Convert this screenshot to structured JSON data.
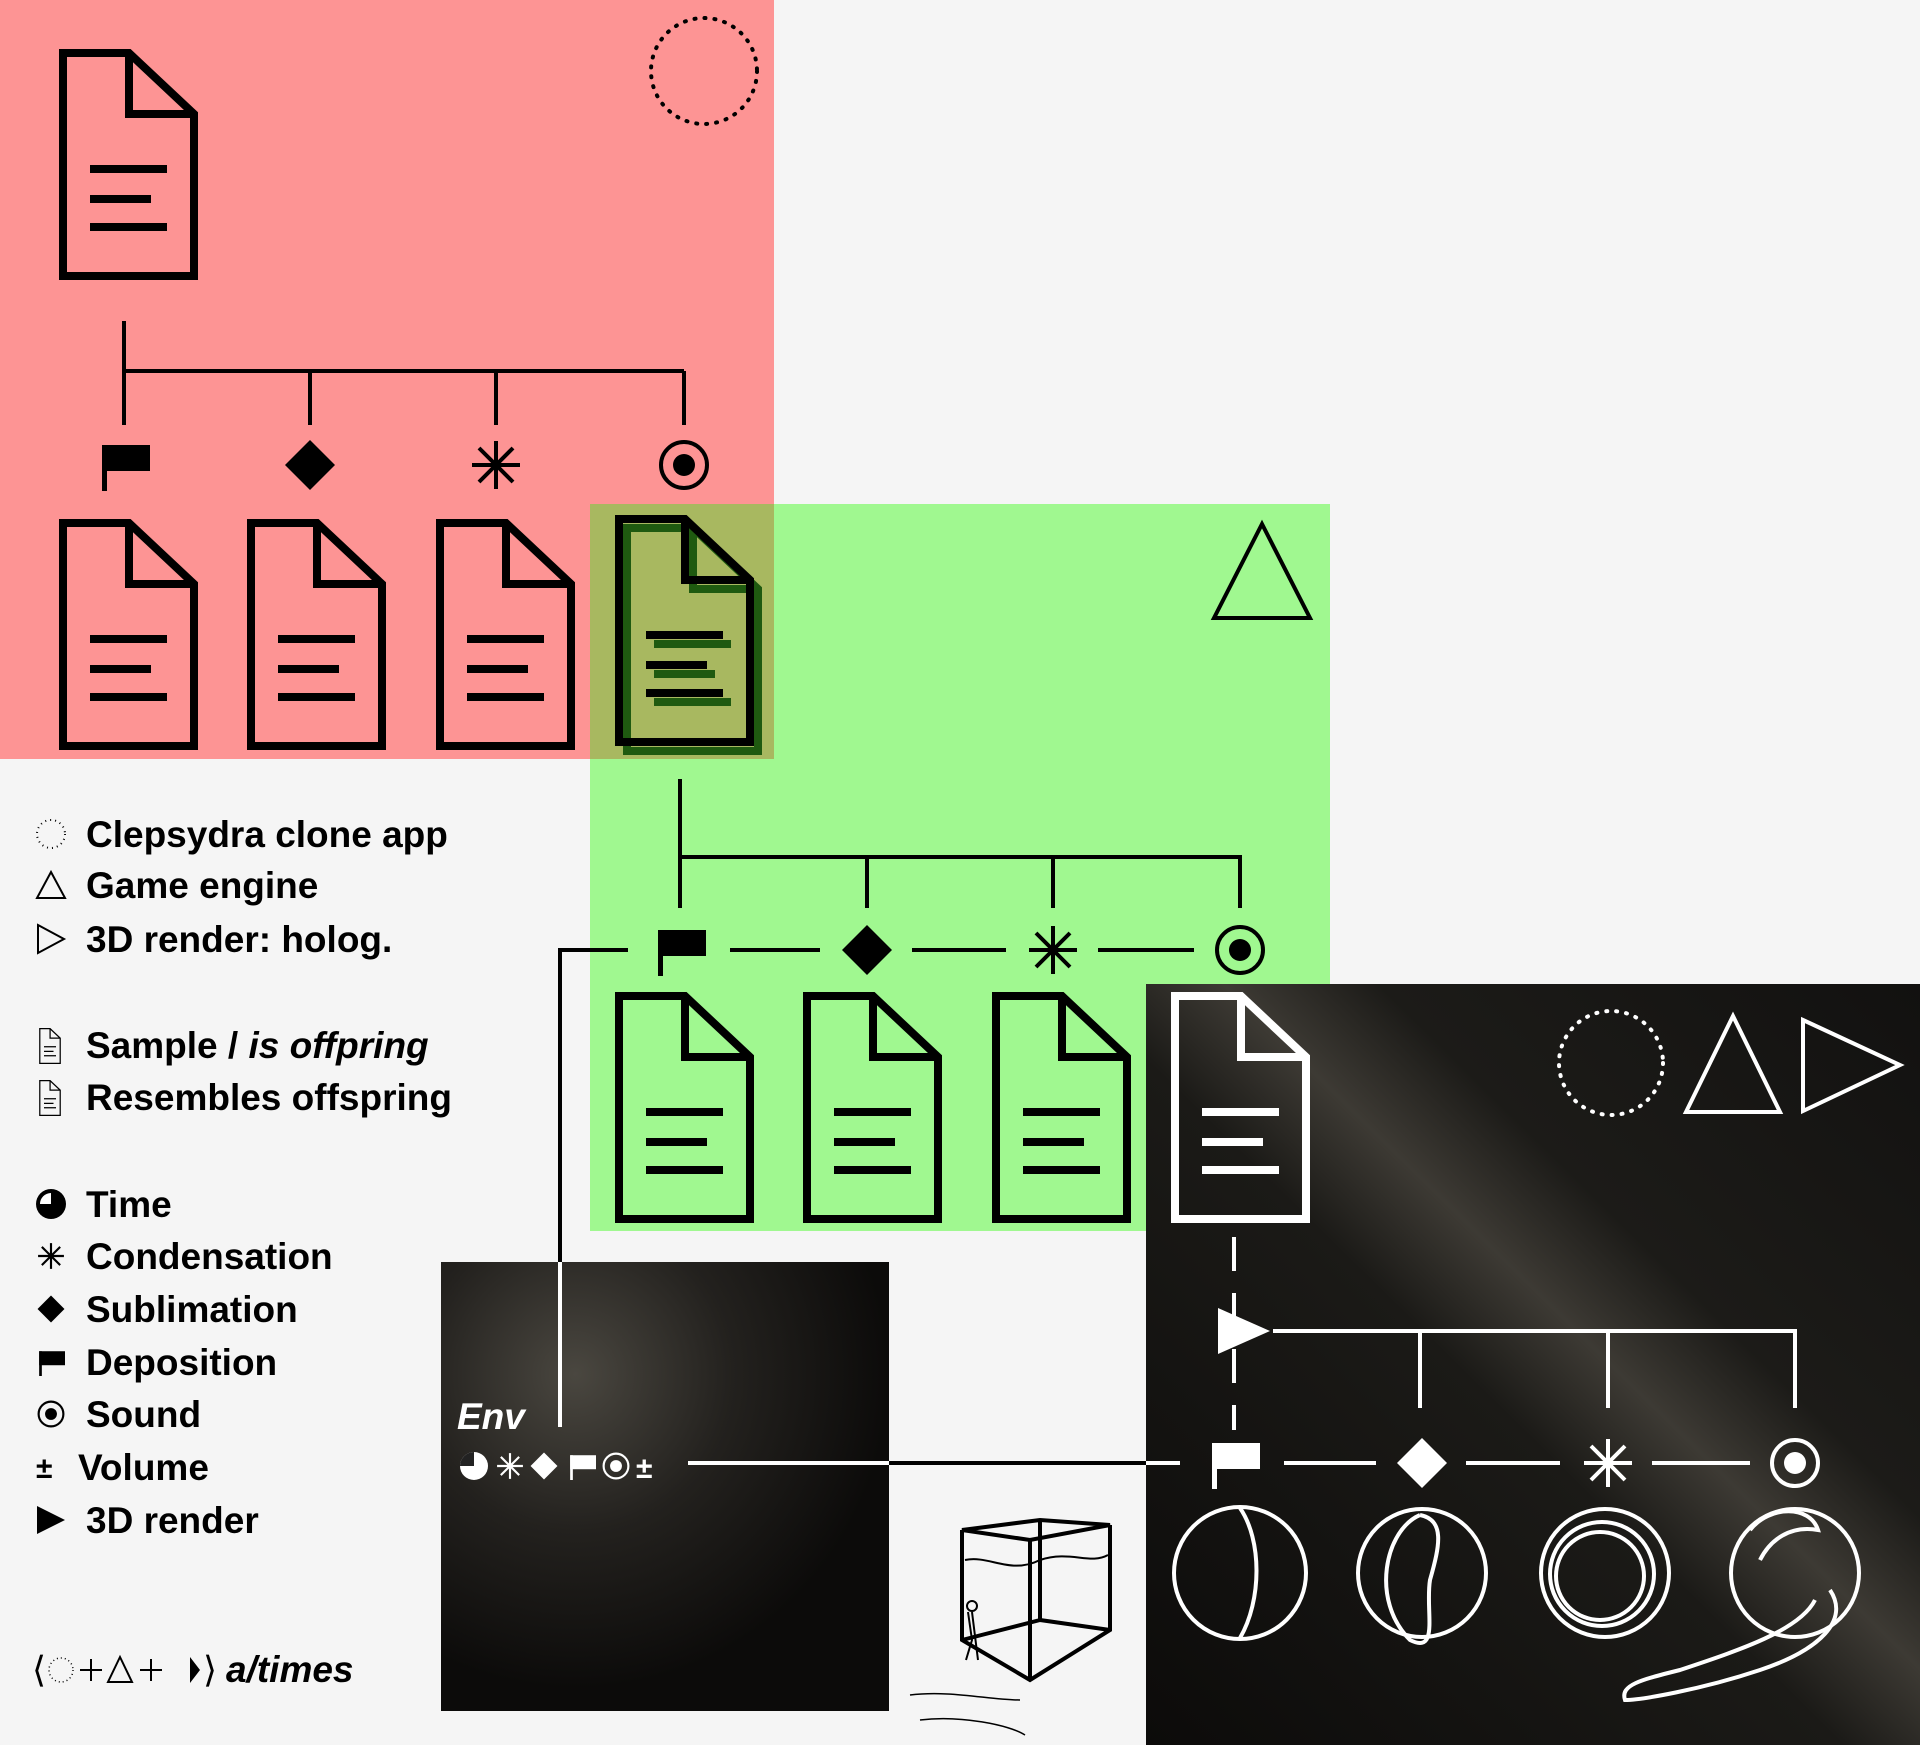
{
  "colors": {
    "background": "#f5f5f5",
    "red_panel": "#fd9494",
    "green_panel": "#a0f890",
    "overlap": "#a8b860",
    "dark_panel": "#151412"
  },
  "legend": {
    "source": [
      {
        "icon": "dotted-circle-icon",
        "label": "Clepsydra clone app"
      },
      {
        "icon": "triangle-outline-icon",
        "label": "Game engine"
      },
      {
        "icon": "triangle-right-outline-icon",
        "label": "3D render: holog."
      }
    ],
    "docs": [
      {
        "icon": "document-icon",
        "label": "Sample / ",
        "label_italic": "is offpring"
      },
      {
        "icon": "document-icon",
        "label": "Resembles offspring"
      }
    ],
    "params": [
      {
        "icon": "time-icon",
        "label": "Time"
      },
      {
        "icon": "asterisk-icon",
        "label": "Condensation"
      },
      {
        "icon": "diamond-icon",
        "label": "Sublimation"
      },
      {
        "icon": "flag-icon",
        "label": "Deposition"
      },
      {
        "icon": "sound-icon",
        "label": "Sound"
      },
      {
        "icon": "plus-minus-icon",
        "label": "Volume",
        "glyph": "±"
      },
      {
        "icon": "play-icon",
        "label": "3D render"
      }
    ]
  },
  "footer": {
    "formula_open": "⟨",
    "formula_close": "⟩",
    "title": "a/times"
  },
  "env": {
    "label": "Env",
    "symbols_suffix": "±"
  }
}
